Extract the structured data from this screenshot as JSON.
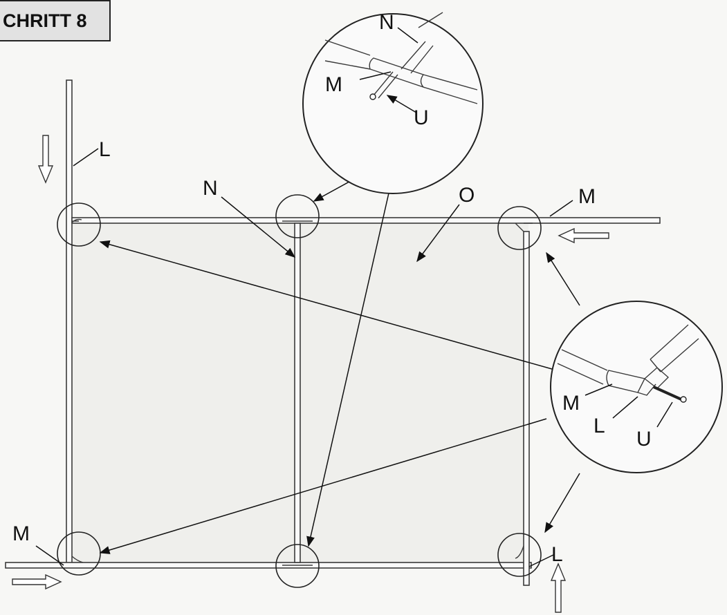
{
  "step_title": "CHRITT 8",
  "labels": {
    "l_top_left": "L",
    "n_top": "N",
    "o_panel": "O",
    "m_top_right": "M",
    "m_bottom_left": "M",
    "l_bottom_right": "L",
    "detail1_n": "N",
    "detail1_m": "M",
    "detail1_u": "U",
    "detail2_m": "M",
    "detail2_l": "L",
    "detail2_u": "U"
  }
}
